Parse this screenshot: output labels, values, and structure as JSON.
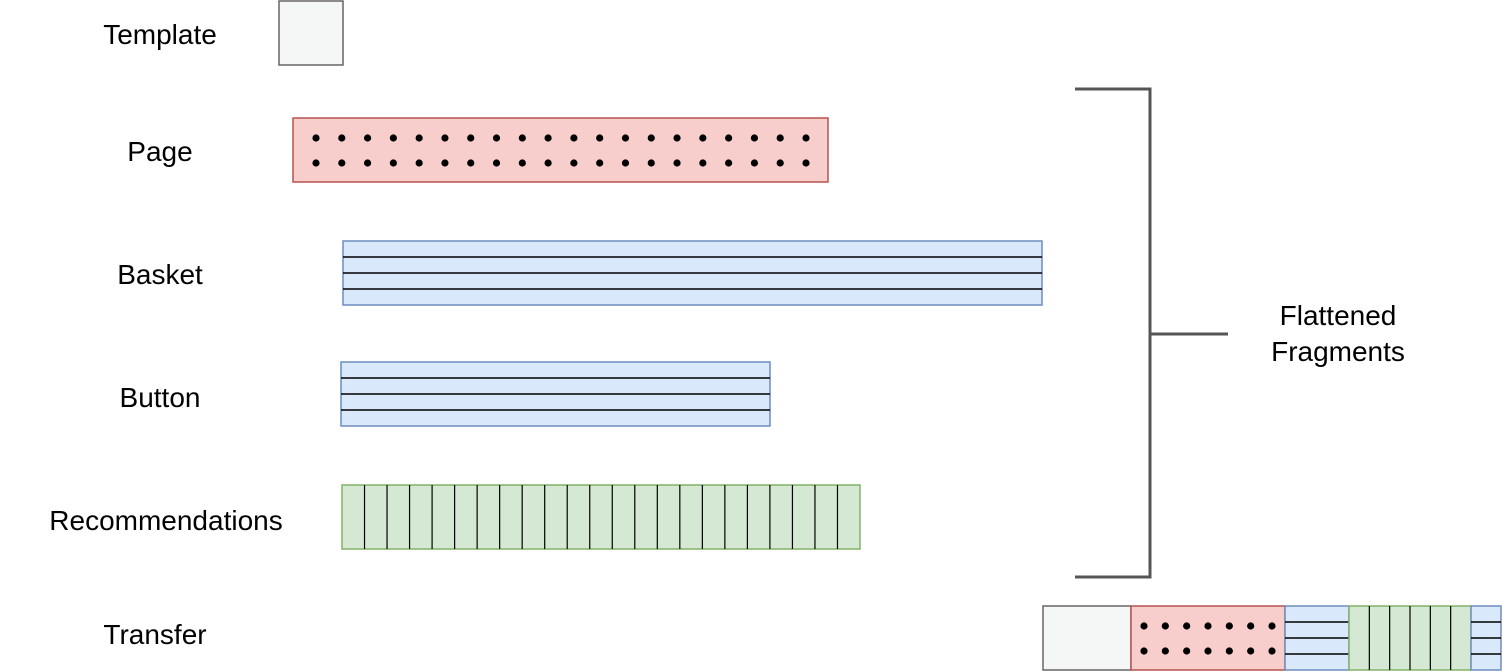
{
  "rows": {
    "template": "Template",
    "page": "Page",
    "basket": "Basket",
    "button": "Button",
    "recommendations": "Recommendations",
    "transfer": "Transfer"
  },
  "bracket": {
    "line1": "Flattened",
    "line2": "Fragments"
  },
  "colors": {
    "template_fill": "#f5f7f6",
    "template_stroke": "#666666",
    "page_fill": "#f8cecc",
    "page_stroke": "#b85450",
    "blue_fill": "#dae8fc",
    "blue_stroke": "#6c8ebf",
    "green_fill": "#d5e8d4",
    "green_stroke": "#82b366",
    "bracket": "#555555"
  }
}
